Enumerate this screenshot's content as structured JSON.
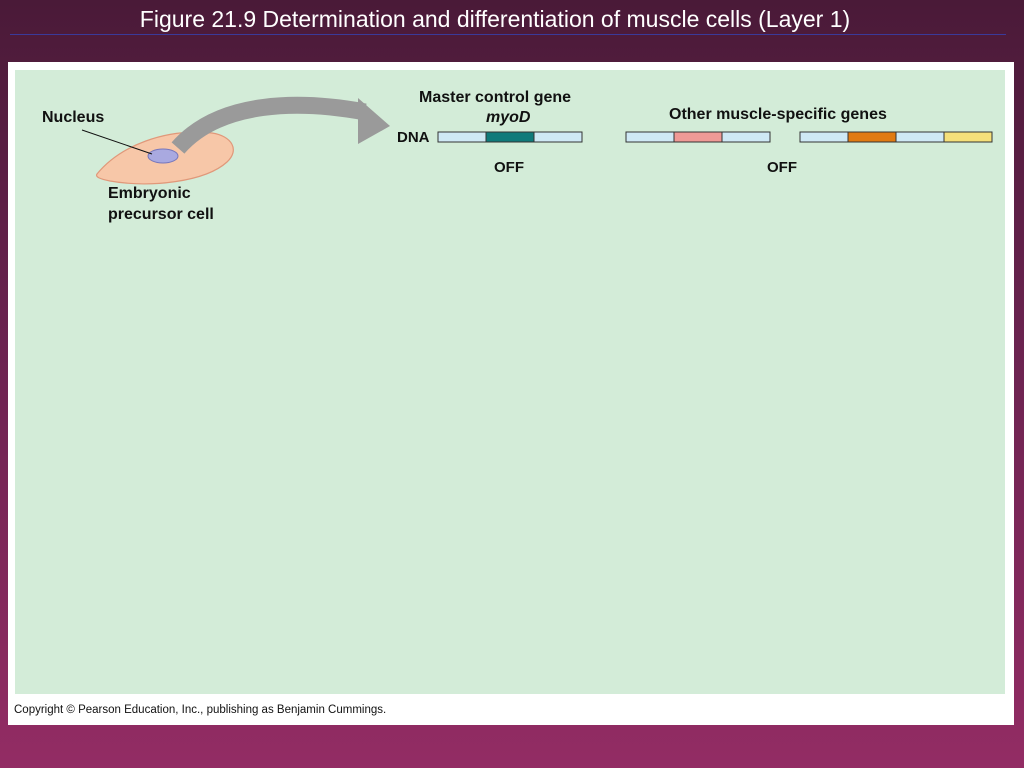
{
  "slide": {
    "title": "Figure 21.9  Determination and differentiation of muscle cells (Layer 1)",
    "copyright": "Copyright © Pearson Education, Inc., publishing as Benjamin Cummings."
  },
  "diagram": {
    "nucleus_label": "Nucleus",
    "cell_label_line1": "Embryonic",
    "cell_label_line2": "precursor cell",
    "master_gene_label": "Master control gene",
    "master_gene_name": "myoD",
    "dna_label": "DNA",
    "master_state": "OFF",
    "other_genes_label": "Other muscle-specific genes",
    "other_state": "OFF"
  },
  "colors": {
    "background_top": "#4a1a38",
    "background_bottom": "#932c64",
    "figure_bg": "#d3ecd8",
    "dna_strand": "#cfe9f5",
    "myoD_gene": "#0f7a7a",
    "gene_pink": "#ef9a96",
    "gene_orange": "#e07a12",
    "gene_yellow": "#f5e07a",
    "cell_fill": "#f7c7a8",
    "nucleus_fill": "#a9a9e0",
    "arrow": "#9a9a9a"
  }
}
